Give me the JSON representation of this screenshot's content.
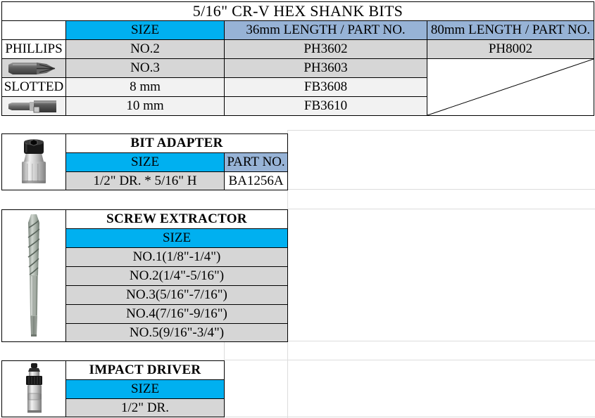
{
  "title": "5/16\" CR-V HEX SHANK BITS",
  "hex_table": {
    "column_headers": {
      "size": "SIZE",
      "len36": "36mm LENGTH / PART NO.",
      "len80": "80mm LENGTH / PART NO."
    },
    "rows": [
      {
        "type": "PHILLIPS",
        "size": "NO.2",
        "part36": "PH3602",
        "part80": "PH8002"
      },
      {
        "type": "",
        "size": "NO.3",
        "part36": "PH3603",
        "part80": ""
      },
      {
        "type": "SLOTTED",
        "size": "8 mm",
        "part36": "FB3608",
        "part80": ""
      },
      {
        "type": "",
        "size": "10 mm",
        "part36": "FB3610",
        "part80": ""
      }
    ],
    "images": {
      "row2": "phillips-bit-photo",
      "row4": "slotted-bit-photo"
    }
  },
  "bit_adapter": {
    "title": "BIT ADAPTER",
    "column_headers": {
      "size": "SIZE",
      "part": "PART NO."
    },
    "row": {
      "size": "1/2\" DR. * 5/16\" H",
      "part": "BA1256A"
    },
    "image": "bit-adapter-photo"
  },
  "screw_extractor": {
    "title": "SCREW EXTRACTOR",
    "column_headers": {
      "size": "SIZE"
    },
    "sizes": [
      "NO.1(1/8\"-1/4\")",
      "NO.2(1/4\"-5/16\")",
      "NO.3(5/16\"-7/16\")",
      "NO.4(7/16\"-9/16\")",
      "NO.5(9/16\"-3/4\")"
    ],
    "image": "screw-extractor-photo"
  },
  "impact_driver": {
    "title": "IMPACT DRIVER",
    "column_headers": {
      "size": "SIZE"
    },
    "row": {
      "size": "1/2\" DR."
    },
    "image": "impact-driver-photo"
  },
  "colors": {
    "header_cyan": "#00B0F0",
    "header_blue_gray": "#97B3D6",
    "row_gray": "#D6D6D6",
    "row_light": "#F2F2F2",
    "border_black": "#000000",
    "gridline_gray": "#DCDCDC"
  }
}
